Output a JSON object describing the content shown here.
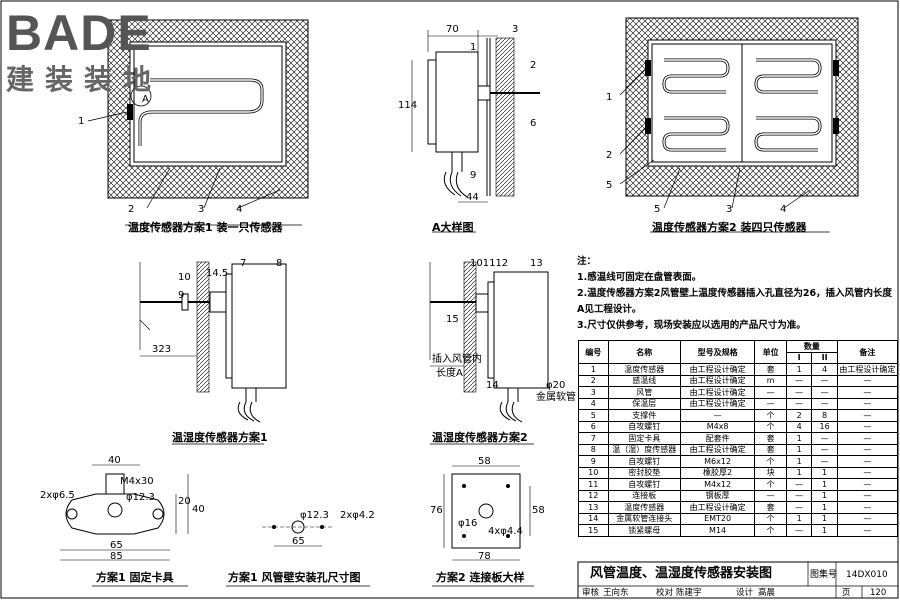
{
  "logo": {
    "brand": "BADE",
    "sub": "建装装地"
  },
  "captions": {
    "scheme1": "温度传感器方案1 装一只传感器",
    "detail_a": "A大样图",
    "scheme2": "温度传感器方案2 装四只传感器",
    "hum1": "温湿度传感器方案1",
    "hum2": "温湿度传感器方案2",
    "clamp": "方案1 固定卡具",
    "hole": "方案1 风管壁安装孔尺寸图",
    "plate": "方案2 连接板大样"
  },
  "labels": {
    "n1": "1",
    "n2": "2",
    "n3": "3",
    "n4": "4",
    "n5": "5",
    "n6": "6",
    "n7": "7",
    "n8": "8",
    "n9": "9",
    "n10": "10",
    "n101112": "101112",
    "n13": "13",
    "n14": "14",
    "n145": "14.5",
    "n15": "15",
    "a": "A",
    "d70": "70",
    "d114": "114",
    "d44": "44",
    "d323": "323",
    "d40": "40",
    "d20": "20",
    "d40b": "40",
    "d65": "65",
    "d85": "85",
    "m4x30": "M4x30",
    "phi123": "φ12.3",
    "hole2": "2xφ6.5",
    "phi123b": "φ12.3",
    "phi42": "2xφ4.2",
    "d65b": "65",
    "d58": "58",
    "d76": "76",
    "d58b": "58",
    "d78": "78",
    "phi16": "φ16",
    "phi44": "4xφ4.4",
    "insert": "插入风管内",
    "lenA": "长度A",
    "phi20": "φ20",
    "metalhose": "金属软管"
  },
  "notes": {
    "title": "注：",
    "n1": "1.感温线可固定在盘管表面。",
    "n2": "2.温度传感器方案2风管壁上温度传感器插入孔直径为26，插入风管内长度A见工程设计。",
    "n3": "3.尺寸仅供参考，现场安装应以选用的产品尺寸为准。"
  },
  "bom": {
    "headers": {
      "no": "编号",
      "name": "名称",
      "spec": "型号及规格",
      "unit": "单位",
      "qty": "数量",
      "q1": "I",
      "q2": "II",
      "remark": "备注"
    },
    "rows": [
      [
        "1",
        "温度传感器",
        "由工程设计确定",
        "套",
        "1",
        "4",
        "由工程设计确定"
      ],
      [
        "2",
        "感温线",
        "由工程设计确定",
        "m",
        "—",
        "—",
        "—"
      ],
      [
        "3",
        "风管",
        "由工程设计确定",
        "—",
        "—",
        "—",
        "—"
      ],
      [
        "4",
        "保温层",
        "由工程设计确定",
        "—",
        "—",
        "—",
        "—"
      ],
      [
        "5",
        "支撑件",
        "—",
        "个",
        "2",
        "8",
        "—"
      ],
      [
        "6",
        "自攻螺钉",
        "M4x8",
        "个",
        "4",
        "16",
        "—"
      ],
      [
        "7",
        "固定卡具",
        "配套件",
        "套",
        "1",
        "—",
        "—"
      ],
      [
        "8",
        "温（湿）度传感器",
        "由工程设计确定",
        "套",
        "1",
        "—",
        "—"
      ],
      [
        "9",
        "自攻螺钉",
        "M6x12",
        "个",
        "1",
        "—",
        "—"
      ],
      [
        "10",
        "密封胶垫",
        "橡胶厚2",
        "块",
        "1",
        "1",
        "—"
      ],
      [
        "11",
        "自攻螺钉",
        "M4x12",
        "个",
        "—",
        "1",
        "—"
      ],
      [
        "12",
        "连接板",
        "钢板厚",
        "—",
        "—",
        "1",
        "—"
      ],
      [
        "13",
        "温度传感器",
        "由工程设计确定",
        "套",
        "—",
        "1",
        "—"
      ],
      [
        "14",
        "金属软管连接头",
        "EMT20",
        "个",
        "1",
        "1",
        "—"
      ],
      [
        "15",
        "锁紧螺母",
        "M14",
        "个",
        "—",
        "1",
        "—"
      ]
    ]
  },
  "titleblock": {
    "title": "风管温度、温湿度传感器安装图",
    "atlas_label": "图集号",
    "atlas_no": "14DX010",
    "review": "审核",
    "reviewer": "王向东",
    "check": "校对",
    "checker": "陈建宇",
    "design": "设计",
    "designer": "高晨",
    "page_label": "页",
    "page_no": "120"
  }
}
